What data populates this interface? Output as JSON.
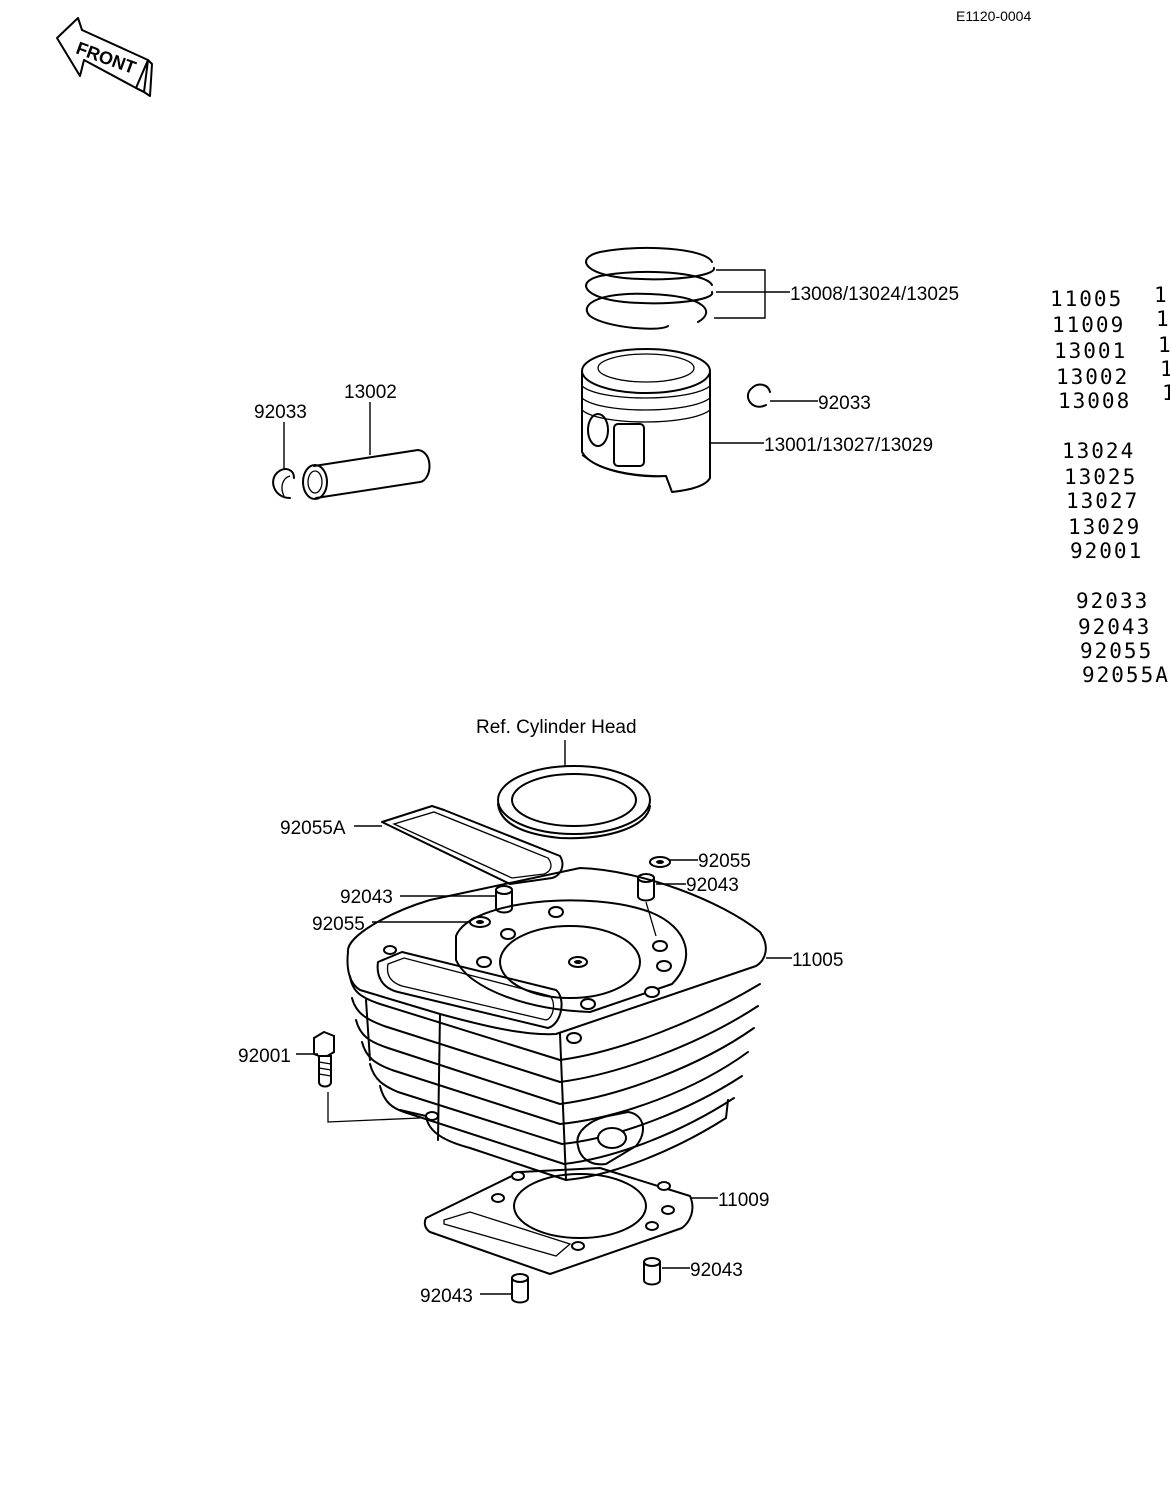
{
  "doc_code": "E1120-0004",
  "front_label": "FRONT",
  "ref_label": "Ref.  Cylinder Head",
  "callouts": {
    "rings": "13008/13024/13025",
    "clip_right": "92033",
    "piston": "13001/13027/13029",
    "clip_left": "92033",
    "pin": "13002",
    "gasket_a": "92055A",
    "washer_top_right": "92055",
    "dowel_top_right": "92043",
    "dowel_top_left": "92043",
    "washer_left": "92055",
    "cylinder": "11005",
    "bolt": "92001",
    "base_gasket": "11009",
    "dowel_bottom_right": "92043",
    "dowel_bottom_left": "92043"
  },
  "part_list": {
    "numbers": [
      "11005",
      "11009",
      "13001",
      "13002",
      "13008",
      "13024",
      "13025",
      "13027",
      "13029",
      "92001",
      "92033",
      "92043",
      "92055",
      "92055A"
    ],
    "trailing": [
      "1",
      "1",
      "1",
      "1",
      "1",
      "",
      "",
      "",
      "",
      "",
      "",
      "",
      "",
      ""
    ]
  }
}
